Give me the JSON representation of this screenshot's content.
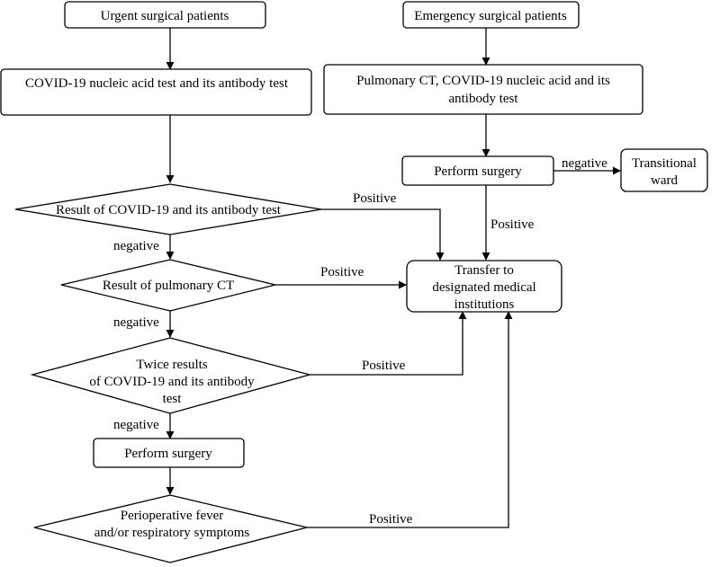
{
  "nodes": {
    "urgent": {
      "lines": [
        "Urgent surgical patients"
      ]
    },
    "emergency": {
      "lines": [
        "Emergency surgical patients"
      ]
    },
    "covid_test": {
      "lines": [
        "COVID-19 nucleic acid test and its antibody test"
      ]
    },
    "ct_test": {
      "lines": [
        "Pulmonary CT, COVID-19 nucleic acid and its",
        "antibody test"
      ]
    },
    "perform_surgery_right": {
      "lines": [
        "Perform surgery"
      ]
    },
    "transitional_ward": {
      "lines": [
        "Transitional",
        "ward"
      ]
    },
    "result_covid": {
      "lines": [
        "Result of COVID-19 and its antibody test"
      ]
    },
    "transfer": {
      "lines": [
        "Transfer to",
        "designated medical",
        "institutions"
      ]
    },
    "result_ct": {
      "lines": [
        "Result of pulmonary CT"
      ]
    },
    "twice_results": {
      "lines": [
        "Twice results",
        "of COVID-19 and its antibody",
        "test"
      ]
    },
    "perform_surgery_left": {
      "lines": [
        "Perform surgery"
      ]
    },
    "perioperative": {
      "lines": [
        "Perioperative fever",
        "and/or respiratory symptoms"
      ]
    }
  },
  "edge_labels": {
    "negative_ward": "negative",
    "positive_right": "Positive",
    "positive_covid": "Positive",
    "negative_covid": "negative",
    "positive_ct": "Positive",
    "negative_ct": "negative",
    "positive_twice": "Positive",
    "negative_twice": "negative",
    "positive_periop": "Positive"
  }
}
